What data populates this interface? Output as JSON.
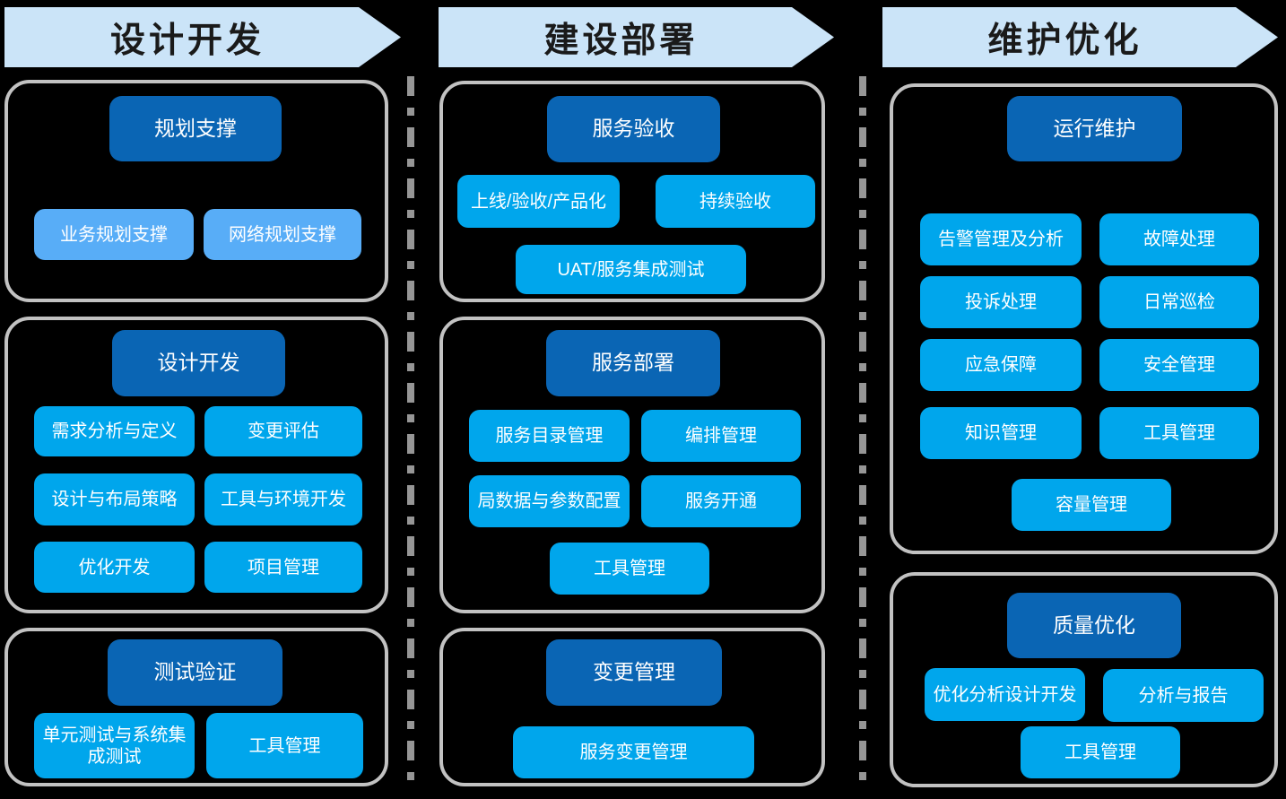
{
  "colors": {
    "background": "#000000",
    "header_fill": "#cbe4f8",
    "header_text": "#1a1a1a",
    "title_fill": "#0a65b4",
    "item_fill": "#00a6ec",
    "item_light_fill": "#58adf7",
    "box_border": "#c2c2c2",
    "separator": "#969696"
  },
  "columns": [
    {
      "header": "设计开发",
      "groups": [
        {
          "title": "规划支撑",
          "items": [
            "业务规划支撑",
            "网络规划支撑"
          ]
        },
        {
          "title": "设计开发",
          "items": [
            "需求分析与定义",
            "变更评估",
            "设计与布局策略",
            "工具与环境开发",
            "优化开发",
            "项目管理"
          ]
        },
        {
          "title": "测试验证",
          "items": [
            "单元测试与系统集成测试",
            "工具管理"
          ]
        }
      ]
    },
    {
      "header": "建设部署",
      "groups": [
        {
          "title": "服务验收",
          "items": [
            "上线/验收/产品化",
            "持续验收",
            "UAT/服务集成测试"
          ]
        },
        {
          "title": "服务部署",
          "items": [
            "服务目录管理",
            "编排管理",
            "局数据与参数配置",
            "服务开通",
            "工具管理"
          ]
        },
        {
          "title": "变更管理",
          "items": [
            "服务变更管理"
          ]
        }
      ]
    },
    {
      "header": "维护优化",
      "groups": [
        {
          "title": "运行维护",
          "items": [
            "告警管理及分析",
            "故障处理",
            "投诉处理",
            "日常巡检",
            "应急保障",
            "安全管理",
            "知识管理",
            "工具管理",
            "容量管理"
          ]
        },
        {
          "title": "质量优化",
          "items": [
            "优化分析设计开发",
            "分析与报告",
            "工具管理"
          ]
        }
      ]
    }
  ]
}
